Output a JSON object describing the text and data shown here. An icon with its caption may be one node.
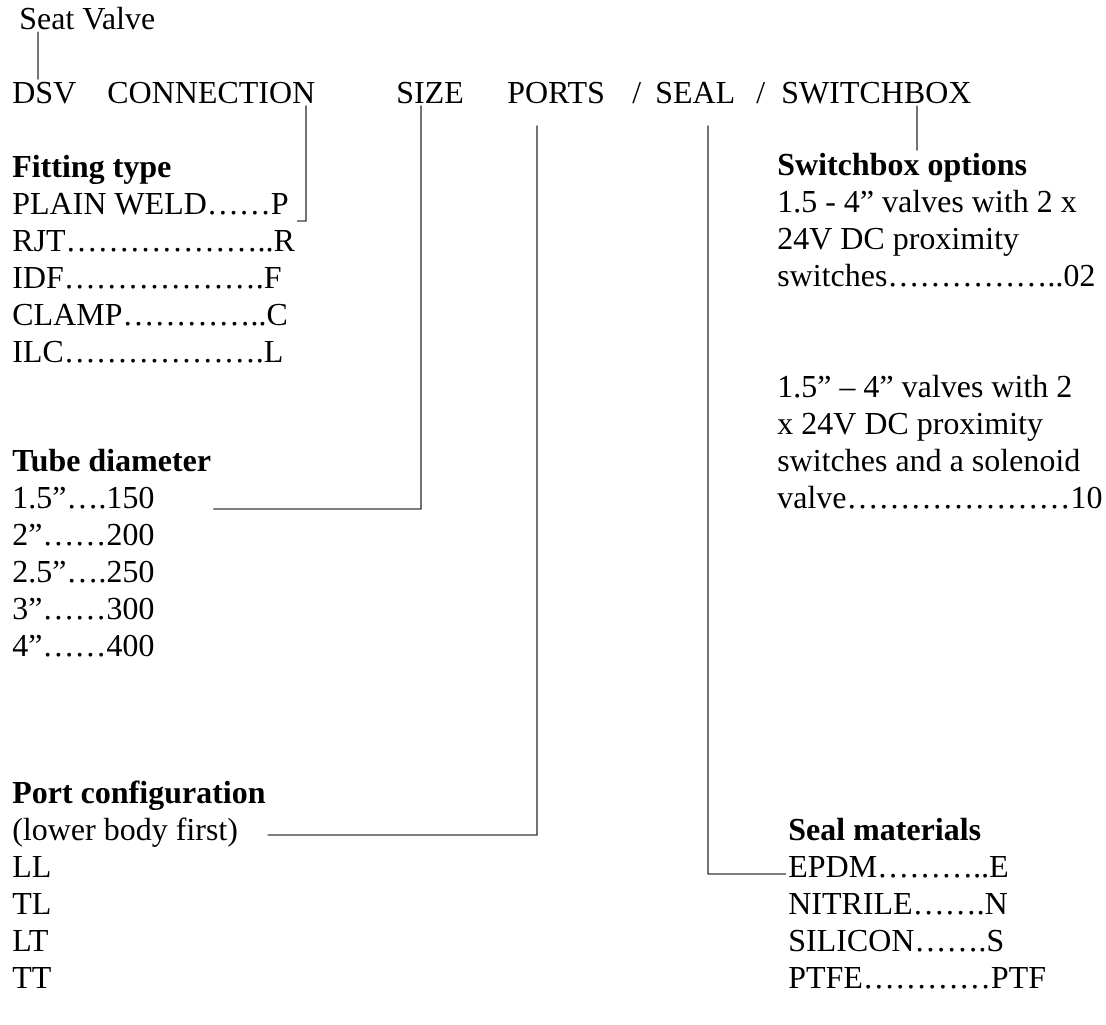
{
  "diagram": {
    "nodes": [
      {
        "text": [
          "Seat Valve"
        ]
      },
      {
        "text": [
          "DSV"
        ]
      },
      {
        "text": [
          "CONNECTION"
        ]
      },
      {
        "text": [
          "SIZE"
        ]
      },
      {
        "text": [
          "PORTS"
        ]
      },
      {
        "text": [
          "SEAL"
        ]
      },
      {
        "text": [
          "SWITCHBOX"
        ]
      },
      {
        "text": [
          "Fitting type",
          "PLAIN WELD……P",
          "RJT………………..R",
          "IDF……………….F",
          "CLAMP…………..C",
          "ILC……………….L"
        ]
      },
      {
        "text": [
          "Tube diameter",
          "1.5”….150",
          "2”……200",
          "2.5”….250",
          "3”……300",
          "4”……400"
        ]
      },
      {
        "text": [
          "Port configuration",
          "(lower body first)",
          "LL",
          "TL",
          "LT",
          "TT"
        ]
      },
      {
        "text": [
          "Seal materials",
          "EPDM………..E",
          "NITRILE…….N",
          "SILICON…….S",
          "PTFE…………PTF"
        ]
      },
      {
        "text": [
          "Switchbox options",
          "1.5 - 4” valves with 2 x 24V DC proximity switches……………..02",
          "1.5” – 4” valves with 2 x 24V DC proximity switches and a solenoid valve…………………10"
        ]
      }
    ],
    "edges": [
      {
        "from": 0,
        "to": 1,
        "arrow": "none"
      },
      {
        "from": 2,
        "to": 7,
        "arrow": "none"
      },
      {
        "from": 3,
        "to": 8,
        "arrow": "none"
      },
      {
        "from": 4,
        "to": 9,
        "arrow": "none"
      },
      {
        "from": 5,
        "to": 10,
        "arrow": "none"
      },
      {
        "from": 6,
        "to": 11,
        "arrow": "none"
      }
    ],
    "labels": [
      "/",
      "/"
    ]
  }
}
